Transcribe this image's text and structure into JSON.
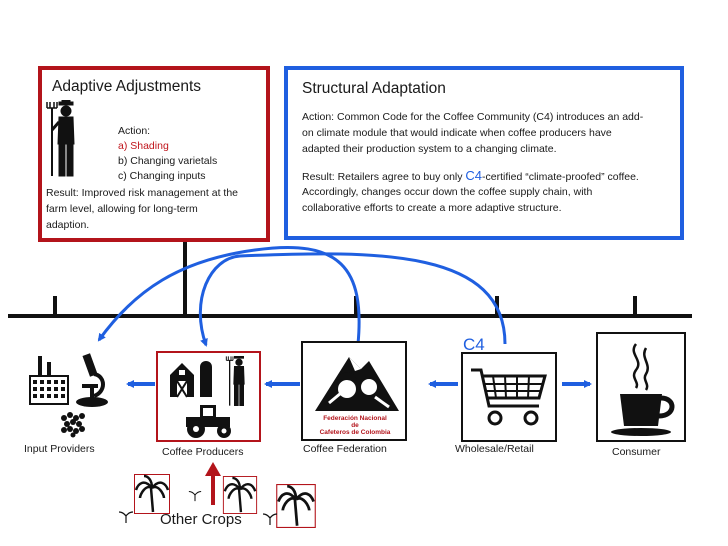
{
  "adaptive": {
    "title": "Adaptive Adjustments",
    "action_heading": "Action:",
    "actions": [
      "a) Shading",
      "b) Changing varietals",
      "c) Changing  inputs"
    ],
    "result_lines": [
      "Result: Improved risk management at the",
      "farm level, allowing for long-term",
      "adaption."
    ],
    "border_color": "#b3141b"
  },
  "structural": {
    "title": "Structural Adaptation",
    "action_lines": [
      "Action: Common Code for the Coffee Community (C4) introduces an add-",
      "on climate module that would indicate when coffee producers have",
      "adapted their production system to a changing climate."
    ],
    "result_line1_before": "Result: Retailers agree to buy only ",
    "result_c4": "C4",
    "result_line1_after": "-certified “climate-proofed” coffee.",
    "result_lines_rest": [
      "Accordingly, changes occur down the coffee supply chain,  with",
      "collaborative efforts to create a more adaptive structure."
    ],
    "border_color": "#1f5fe0"
  },
  "nodes": {
    "input_providers": "Input Providers",
    "coffee_producers": "Coffee Producers",
    "coffee_federation": "Coffee Federation",
    "wholesale_retail": "Wholesale/Retail",
    "consumer": "Consumer"
  },
  "federation_logo_text": [
    "Federación Nacional",
    "de",
    "Cafeteros  de  Colombia"
  ],
  "c4_label": "C4",
  "other_crops": "Other Crops",
  "colors": {
    "arrow_blue": "#1f5fe0",
    "arrow_red": "#b3141b",
    "timeline": "#111111"
  },
  "icons": [
    "farmer-icon",
    "factory-icon",
    "microscope-icon",
    "fertilizer-icon",
    "barn-icon",
    "silo-icon",
    "tractor-icon",
    "federation-logo",
    "shopping-cart-icon",
    "coffee-cup-icon",
    "palm-tree-icon",
    "seedling-icon"
  ]
}
